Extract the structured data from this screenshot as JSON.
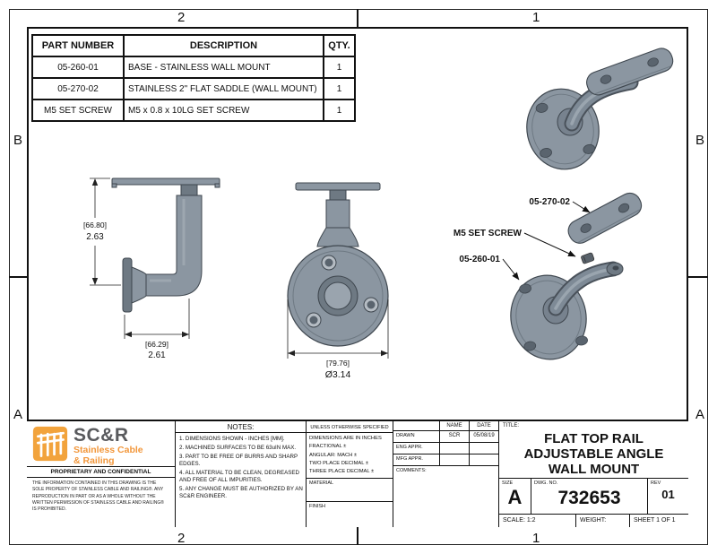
{
  "sheet": {
    "zones": {
      "top_left": "2",
      "top_right": "1",
      "bottom_left": "2",
      "bottom_right": "1",
      "left_upper": "B",
      "left_lower": "A",
      "right_upper": "B",
      "right_lower": "A"
    }
  },
  "parts_table": {
    "headers": {
      "part_number": "PART NUMBER",
      "description": "DESCRIPTION",
      "qty": "QTY."
    },
    "rows": [
      {
        "part_number": "05-260-01",
        "description": "BASE - STAINLESS WALL MOUNT",
        "qty": "1"
      },
      {
        "part_number": "05-270-02",
        "description": "STAINLESS 2\" FLAT SADDLE (WALL MOUNT)",
        "qty": "1"
      },
      {
        "part_number": "M5 SET SCREW",
        "description": "M5 x 0.8 x 10LG SET SCREW",
        "qty": "1"
      }
    ]
  },
  "views": {
    "side": {
      "dim_height_mm": "[66.80]",
      "dim_height_in": "2.63",
      "dim_length_mm": "[66.29]",
      "dim_length_in": "2.61"
    },
    "front": {
      "dim_dia_mm": "[79.76]",
      "dim_dia_in": "Ø3.14"
    },
    "exploded": {
      "label_saddle": "05-270-02",
      "label_screw": "M5 SET SCREW",
      "label_base": "05-260-01"
    }
  },
  "company": {
    "name": "SC&R",
    "tagline1": "Stainless Cable",
    "tagline2": "& Railing",
    "confidential": "PROPRIETARY AND CONFIDENTIAL",
    "fine_print": "THE INFORMATION CONTAINED IN THIS DRAWING IS THE SOLE PROPERTY OF STAINLESS CABLE AND RAILING®. ANY REPRODUCTION IN PART OR AS A WHOLE WITHOUT THE WRITTEN PERMISSION OF STAINLESS CABLE AND RAILING® IS PROHIBITED."
  },
  "notes": {
    "header": "NOTES:",
    "spec": "UNLESS OTHERWISE SPECIFIED",
    "items": [
      "1. DIMENSIONS SHOWN - INCHES [MM].",
      "2. MACHINED SURFACES TO BE 63uIN MAX.",
      "3. PART TO BE FREE OF BURRS AND SHARP EDGES.",
      "4. ALL MATERIAL TO BE CLEAN, DEGREASED AND FREE OF ALL IMPURITIES.",
      "5. ANY CHANGE MUST BE AUTHORIZED BY AN SC&R ENGINEER."
    ]
  },
  "tolerances": {
    "heading": "DIMENSIONS ARE IN INCHES",
    "lines": [
      "FRACTIONAL ±",
      "ANGULAR: MACH ±",
      "TWO PLACE DECIMAL ±",
      "THREE PLACE DECIMAL ±"
    ],
    "material_label": "MATERIAL",
    "finish_label": "FINISH"
  },
  "approvals": {
    "name_header": "NAME",
    "date_header": "DATE",
    "rows": [
      {
        "label": "DRAWN",
        "name": "SCR",
        "date": "05/08/19"
      },
      {
        "label": "ENG APPR.",
        "name": "",
        "date": ""
      },
      {
        "label": "MFG APPR.",
        "name": "",
        "date": ""
      }
    ],
    "comments_label": "COMMENTS:"
  },
  "title_block": {
    "title_label": "TITLE:",
    "line1": "FLAT TOP RAIL",
    "line2": "ADJUSTABLE ANGLE",
    "line3": "WALL MOUNT",
    "size_label": "SIZE",
    "size_value": "A",
    "dwg_label": "DWG.  NO.",
    "dwg_number": "732653",
    "rev_label": "REV",
    "rev_value": "01",
    "scale": "SCALE: 1:2",
    "weight_label": "WEIGHT:",
    "sheet": "SHEET 1 OF 1"
  },
  "colors": {
    "accent_orange": "#F2A33C",
    "steel": "#8B96A1",
    "steel_dark": "#6E7983",
    "edge": "#3F474F"
  }
}
